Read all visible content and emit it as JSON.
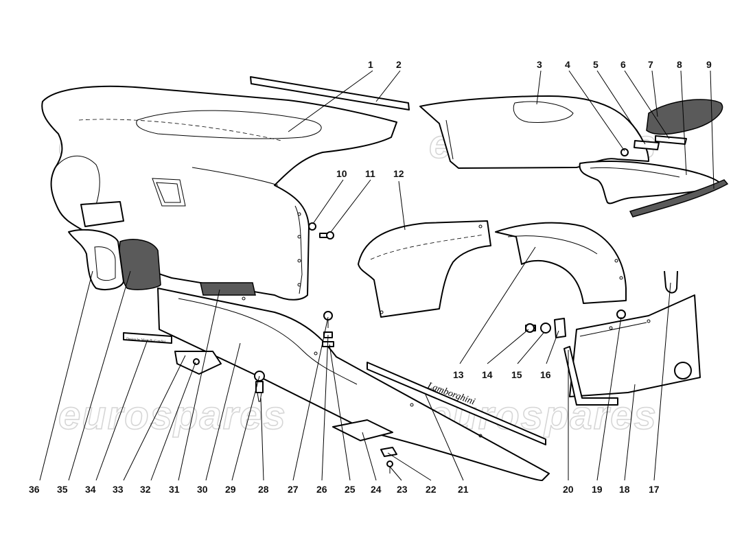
{
  "watermark": "eurospares",
  "callouts_top": [
    "1",
    "2",
    "3",
    "4",
    "5",
    "6",
    "7",
    "8",
    "9",
    "10",
    "11",
    "12"
  ],
  "callouts_mid": [
    "13",
    "14",
    "15",
    "16"
  ],
  "callouts_bottom": [
    "36",
    "35",
    "34",
    "33",
    "32",
    "31",
    "30",
    "29",
    "28",
    "27",
    "26",
    "25",
    "24",
    "23",
    "22",
    "21",
    "20",
    "19",
    "18",
    "17"
  ],
  "sill_logo_text": "Lamborghini",
  "badge_text": "Design by Marcello Gandini",
  "colors": {
    "line": "#000000",
    "watermark": "#d6d6d6",
    "mesh": "#5a5a5a"
  }
}
